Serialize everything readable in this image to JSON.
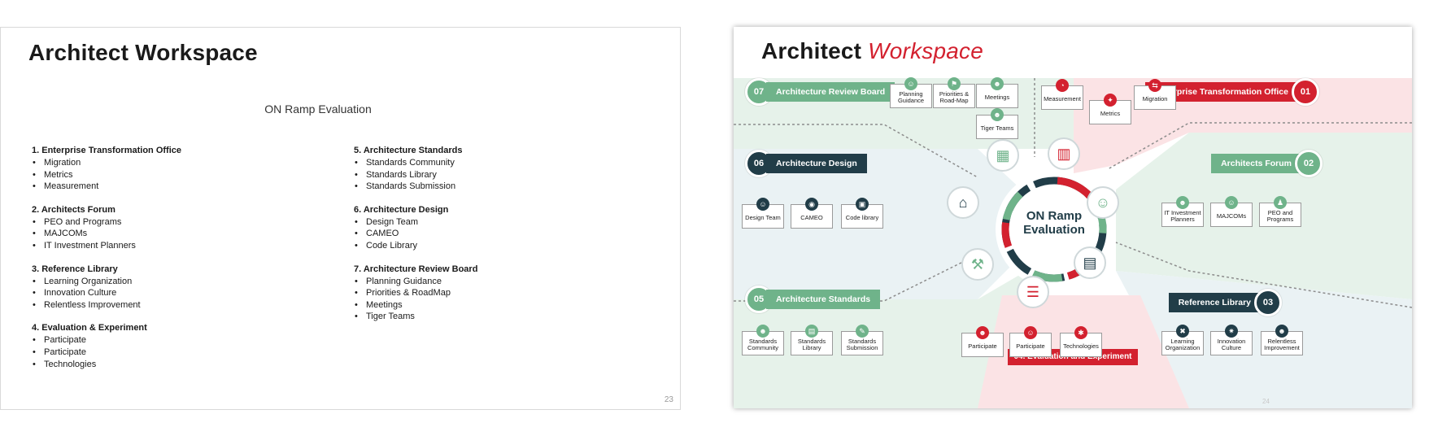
{
  "left_slide": {
    "title": "Architect Workspace",
    "subtitle": "ON Ramp Evaluation",
    "page_number": "23",
    "columns": [
      [
        {
          "heading": "1. Enterprise Transformation Office",
          "items": [
            "Migration",
            "Metrics",
            "Measurement"
          ]
        },
        {
          "heading": "2. Architects Forum",
          "items": [
            "PEO and Programs",
            "MAJCOMs",
            "IT Investment Planners"
          ]
        },
        {
          "heading": "3. Reference Library",
          "items": [
            "Learning Organization",
            "Innovation Culture",
            "Relentless Improvement"
          ]
        },
        {
          "heading": "4. Evaluation & Experiment",
          "items": [
            "Participate",
            "Participate",
            "Technologies"
          ]
        }
      ],
      [
        {
          "heading": "5. Architecture Standards",
          "items": [
            "Standards Community",
            "Standards Library",
            "Standards Submission"
          ]
        },
        {
          "heading": "6. Architecture Design",
          "items": [
            "Design Team",
            "CAMEO",
            "Code Library"
          ]
        },
        {
          "heading": "7. Architecture Review Board",
          "items": [
            "Planning Guidance",
            "Priorities & RoadMap",
            "Meetings",
            "Tiger Teams"
          ]
        }
      ]
    ]
  },
  "right_slide": {
    "title_part1": "Architect",
    "title_part2": "Workspace",
    "center_label": "ON Ramp Evaluation",
    "page_number": "24",
    "colors": {
      "green": "#6fb38a",
      "dark": "#213d48",
      "red": "#d3212f",
      "pink_bg": "#fbe3e5",
      "green_bg": "#e6f2ea",
      "blue_bg": "#eaf2f4"
    },
    "banners": {
      "b07": {
        "num": "07",
        "label": "Architecture Review Board"
      },
      "b01": {
        "num": "01",
        "label": "Enterprise Transformation Office"
      },
      "b06": {
        "num": "06",
        "label": "Architecture Design"
      },
      "b02": {
        "num": "02",
        "label": "Architects Forum"
      },
      "b05": {
        "num": "05",
        "label": "Architecture Standards"
      },
      "b03": {
        "num": "03",
        "label": "Reference Library"
      },
      "b04": {
        "label": "04. Evaluation and Experiment"
      }
    },
    "chips": {
      "planning": "Planning Guidance",
      "priorities": "Priorities & Road-Map",
      "meetings": "Meetings",
      "tiger": "Tiger Teams",
      "measurement": "Measurement",
      "metrics": "Metrics",
      "migration": "Migration",
      "design_team": "Design Team",
      "cameo": "CAMEO",
      "code_library": "Code library",
      "it_investment": "IT Investment Planners",
      "majcoms": "MAJCOMs",
      "peo": "PEO and Programs",
      "std_community": "Standards Community",
      "std_library": "Standards Library",
      "std_submission": "Standards Submission",
      "participate1": "Participate",
      "participate2": "Participate",
      "technologies": "Technologies",
      "learning": "Learning Organization",
      "innovation": "Innovation Culture",
      "relentless": "Relentless Improvement"
    }
  }
}
